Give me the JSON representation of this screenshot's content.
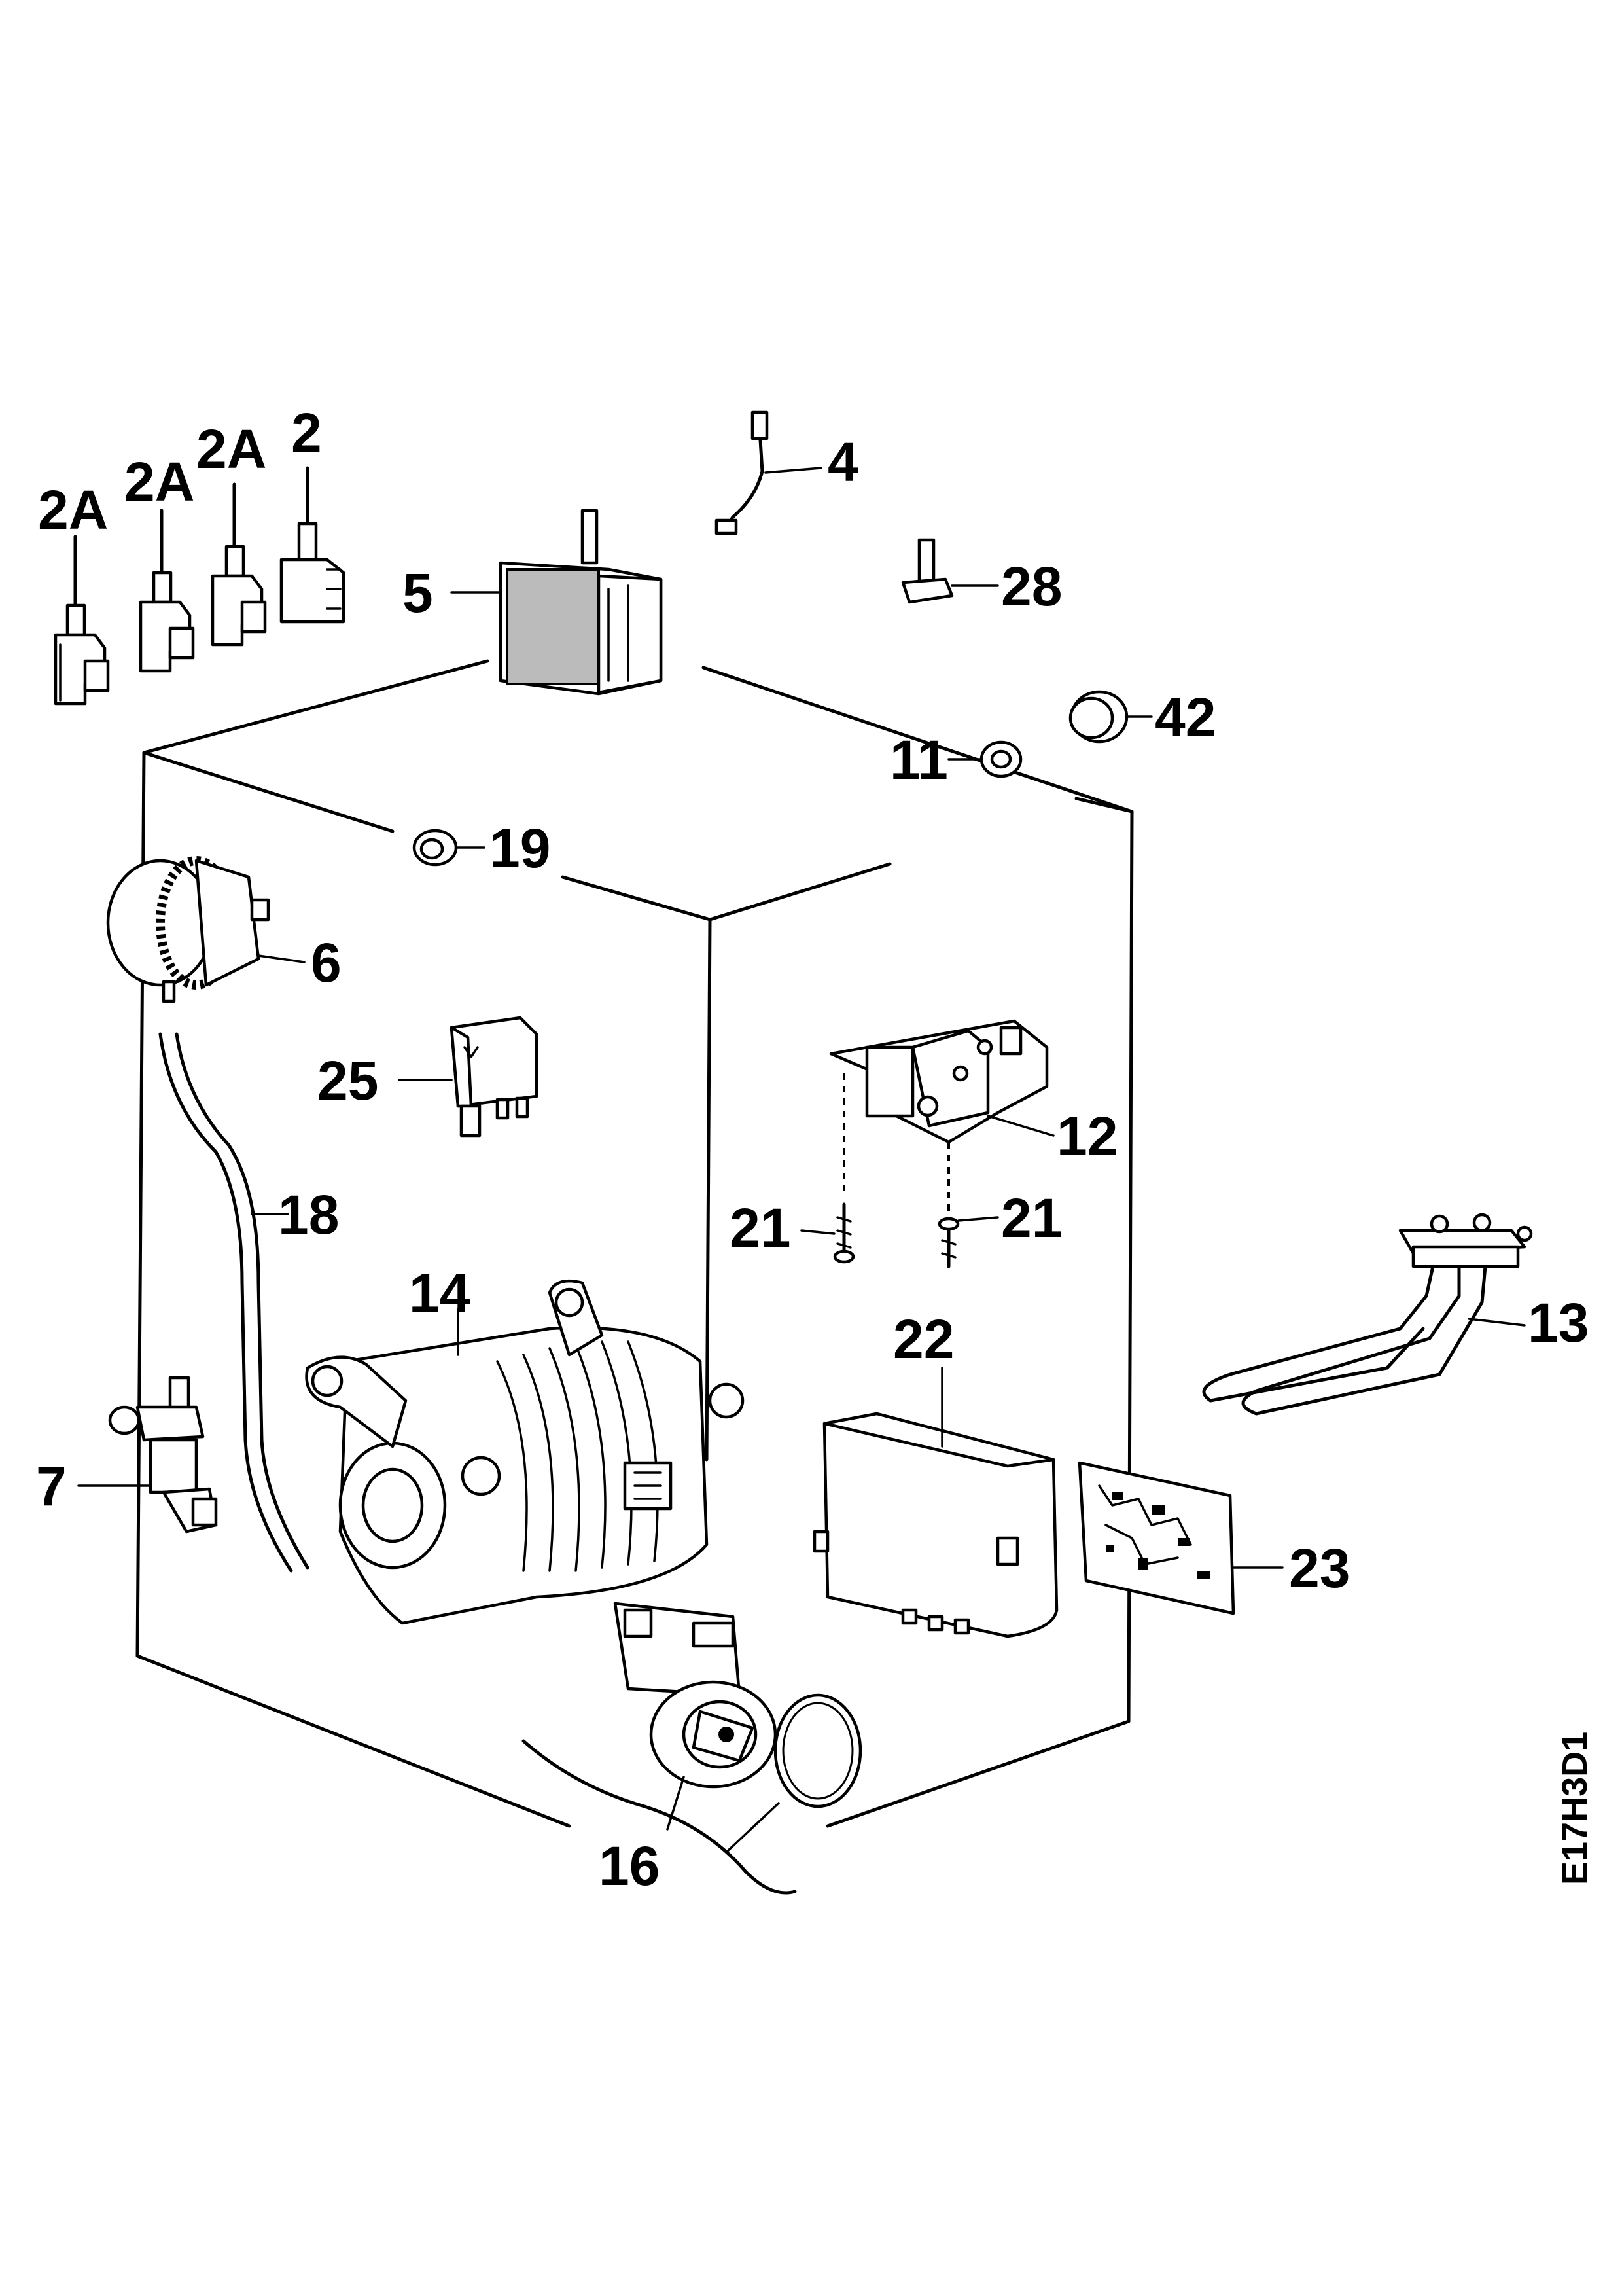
{
  "diagram": {
    "drawing_code": "E17H3D1",
    "callouts": {
      "c2": "2",
      "c2a_1": "2A",
      "c2a_2": "2A",
      "c2a_3": "2A",
      "c4": "4",
      "c5": "5",
      "c28": "28",
      "c42": "42",
      "c11": "11",
      "c19": "19",
      "c6": "6",
      "c25": "25",
      "c12": "12",
      "c21_left": "21",
      "c21_right": "21",
      "c18": "18",
      "c13": "13",
      "c14": "14",
      "c22": "22",
      "c7": "7",
      "c23": "23",
      "c16": "16"
    }
  }
}
